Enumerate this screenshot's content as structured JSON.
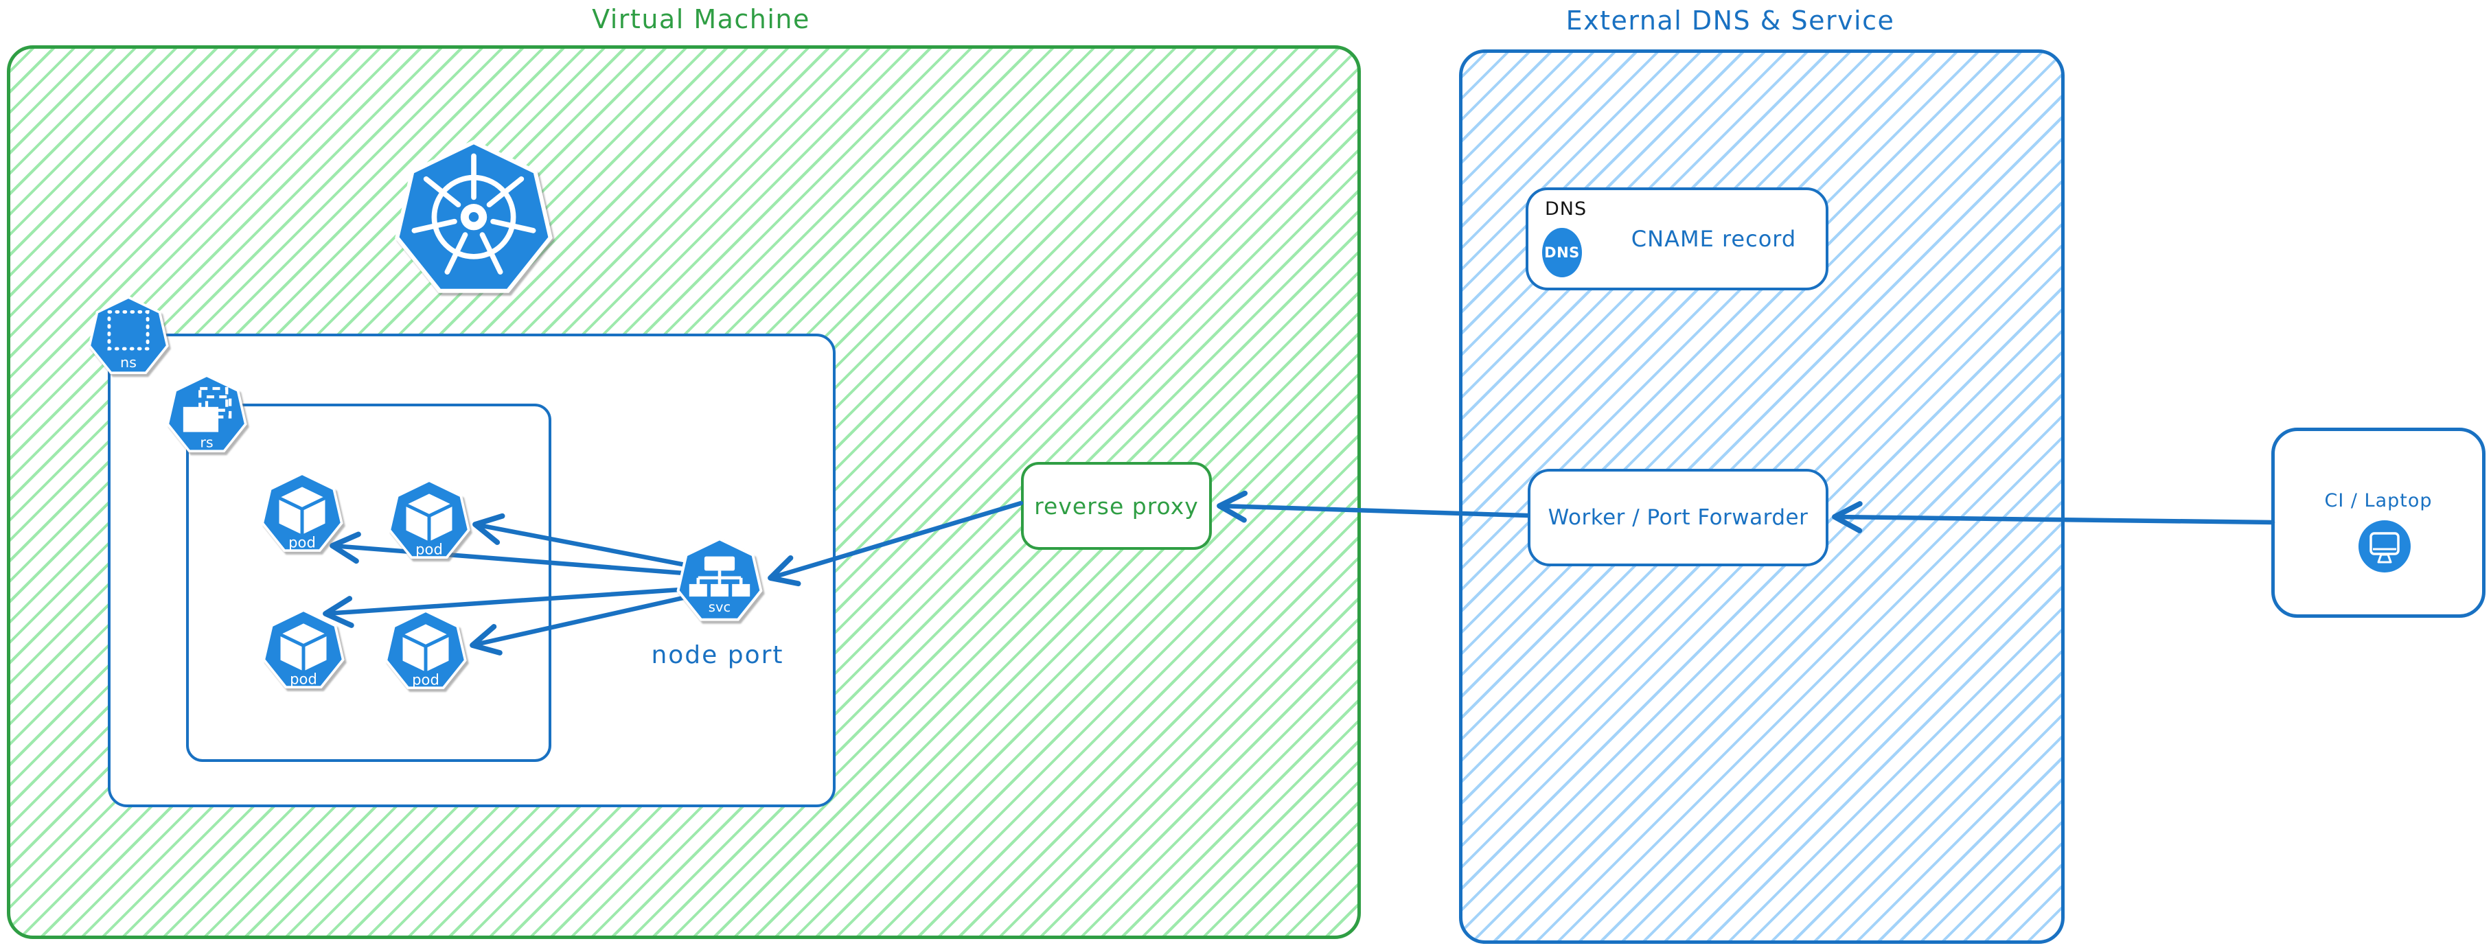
{
  "vm": {
    "title": "Virtual Machine"
  },
  "external": {
    "title": "External DNS & Service"
  },
  "cluster": {
    "namespace_badge": "ns",
    "replicaset_badge": "rs",
    "pods": [
      "pod",
      "pod",
      "pod",
      "pod"
    ],
    "service_badge": "svc",
    "service_label": "node port"
  },
  "reverse_proxy": {
    "label": "reverse proxy"
  },
  "dns": {
    "group_label": "DNS",
    "badge": "DNS",
    "record": "CNAME record"
  },
  "worker": {
    "label": "Worker / Port Forwarder"
  },
  "ci": {
    "label": "CI / Laptop"
  },
  "icons": {
    "kubernetes": "kubernetes-wheel",
    "namespace": "dotted-square",
    "replicaset": "stacked-squares",
    "pod": "cube",
    "service": "service-tree",
    "dns": "dns-circle",
    "ci": "computer-monitor"
  },
  "colors": {
    "green_stroke": "#2f9e44",
    "green_hatch": "#9ce8ac",
    "blue_stroke": "#1971c2",
    "blue_hatch": "#9ed2f7",
    "icon_blue": "#2287dd",
    "text_dark": "#141414"
  }
}
